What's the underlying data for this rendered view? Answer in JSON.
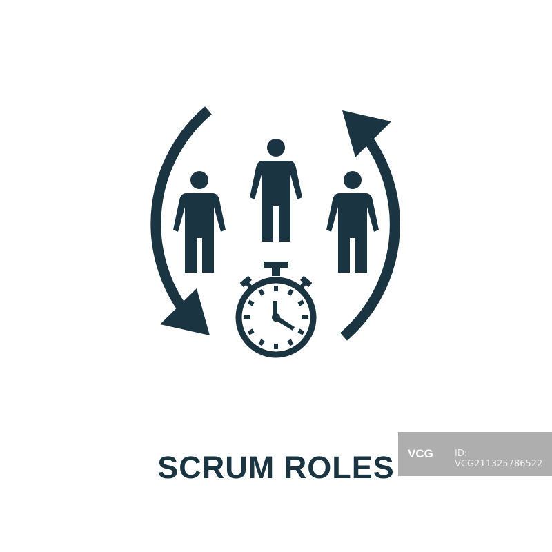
{
  "title": "SCRUM ROLES",
  "watermark": {
    "logo": "VCG",
    "id": "ID: VCG211325786522"
  },
  "colors": {
    "icon": "#1b3441",
    "background": "#ffffff"
  }
}
